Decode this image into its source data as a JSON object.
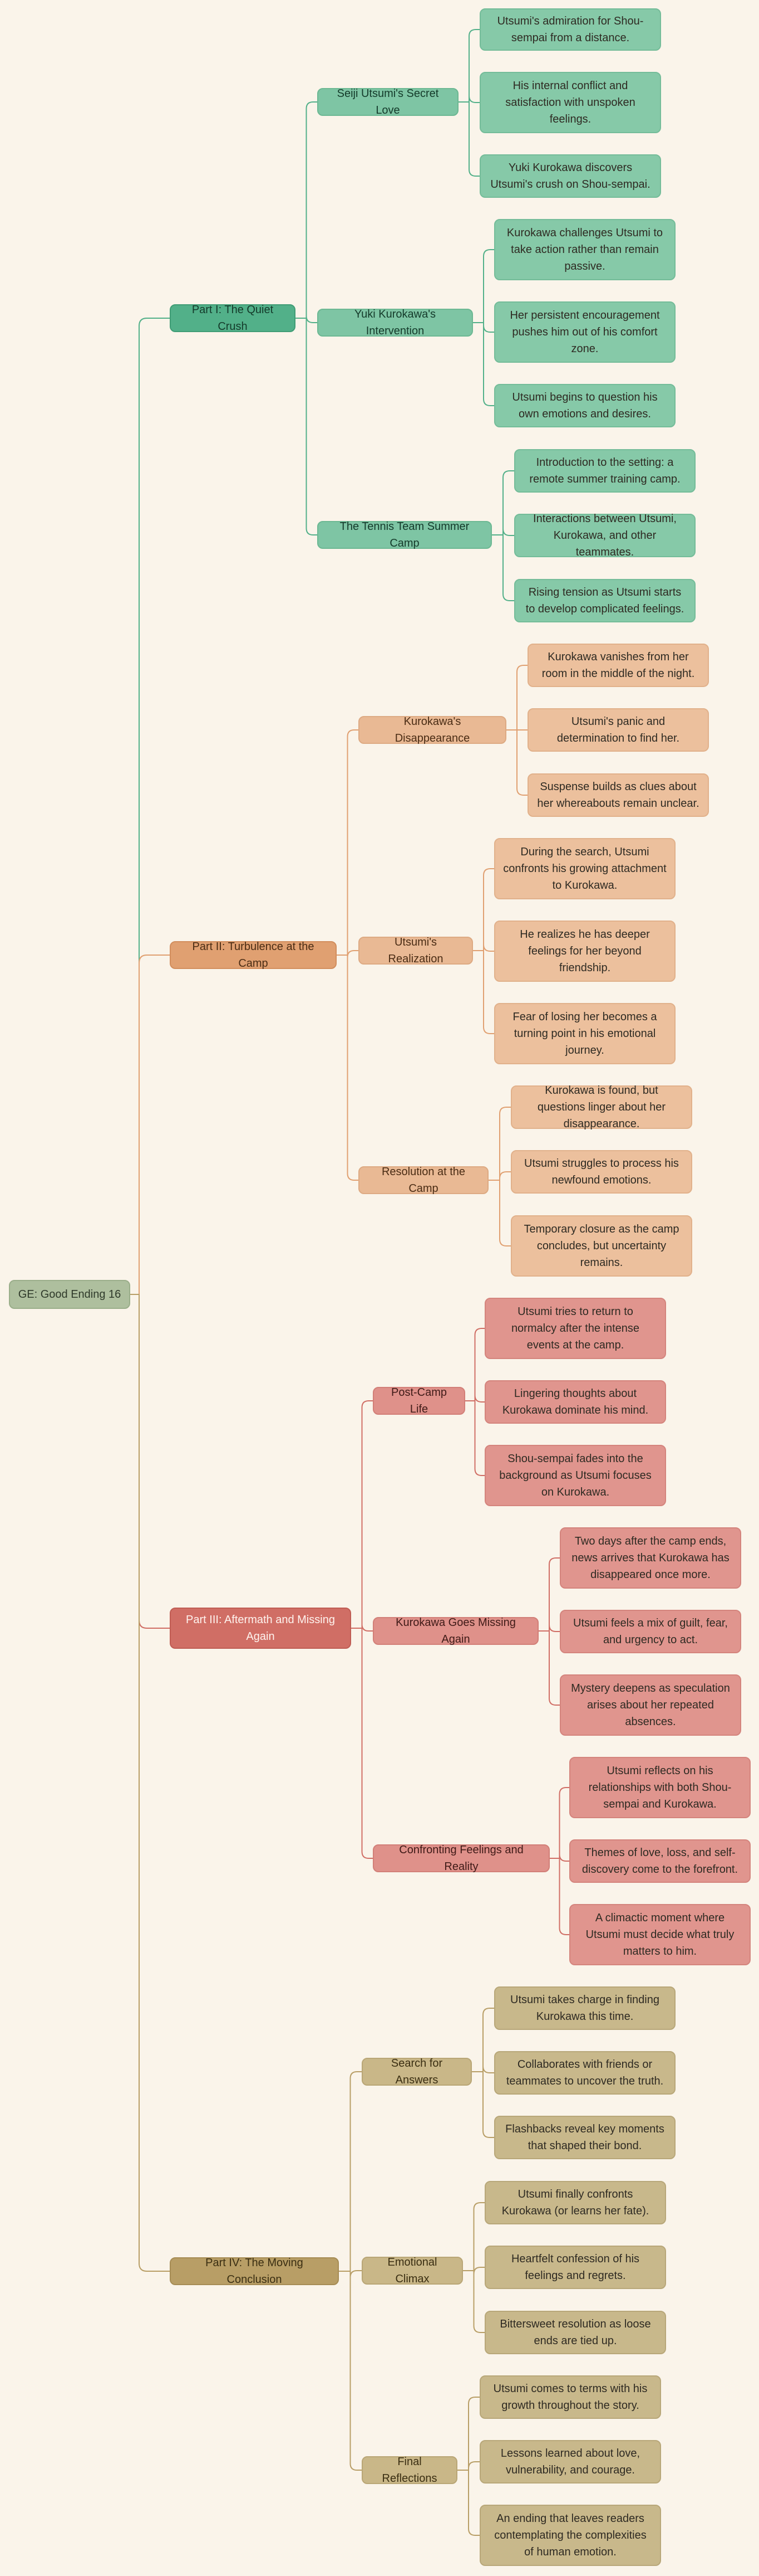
{
  "root": {
    "label": "GE: Good Ending 16"
  },
  "parts": [
    {
      "label": "Part I: The Quiet Crush",
      "theme": {
        "line": "#52b089"
      },
      "subs": [
        {
          "label": "Seiji Utsumi's Secret Love",
          "leaves": [
            "Utsumi's admiration for Shou-sempai from a distance.",
            "His internal conflict and satisfaction with unspoken feelings.",
            "Yuki Kurokawa discovers Utsumi's crush on Shou-sempai."
          ]
        },
        {
          "label": "Yuki Kurokawa's Intervention",
          "leaves": [
            "Kurokawa challenges Utsumi to take action rather than remain passive.",
            "Her persistent encouragement pushes him out of his comfort zone.",
            "Utsumi begins to question his own emotions and desires."
          ]
        },
        {
          "label": "The Tennis Team Summer Camp",
          "leaves": [
            "Introduction to the setting: a remote summer training camp.",
            "Interactions between Utsumi, Kurokawa, and other teammates.",
            "Rising tension as Utsumi starts to develop complicated feelings."
          ]
        }
      ]
    },
    {
      "label": "Part II: Turbulence at the Camp",
      "theme": {
        "line": "#e0a071"
      },
      "subs": [
        {
          "label": "Kurokawa's Disappearance",
          "leaves": [
            "Kurokawa vanishes from her room in the middle of the night.",
            "Utsumi's panic and determination to find her.",
            "Suspense builds as clues about her whereabouts remain unclear."
          ]
        },
        {
          "label": "Utsumi's Realization",
          "leaves": [
            "During the search, Utsumi confronts his growing attachment to Kurokawa.",
            "He realizes he has deeper feelings for her beyond friendship.",
            "Fear of losing her becomes a turning point in his emotional journey."
          ]
        },
        {
          "label": "Resolution at the Camp",
          "leaves": [
            "Kurokawa is found, but questions linger about her disappearance.",
            "Utsumi struggles to process his newfound emotions.",
            "Temporary closure as the camp concludes, but uncertainty remains."
          ]
        }
      ]
    },
    {
      "label": "Part III: Aftermath and Missing Again",
      "theme": {
        "line": "#d06e65"
      },
      "subs": [
        {
          "label": "Post-Camp Life",
          "leaves": [
            "Utsumi tries to return to normalcy after the intense events at the camp.",
            "Lingering thoughts about Kurokawa dominate his mind.",
            "Shou-sempai fades into the background as Utsumi focuses on Kurokawa."
          ]
        },
        {
          "label": "Kurokawa Goes Missing Again",
          "leaves": [
            "Two days after the camp ends, news arrives that Kurokawa has disappeared once more.",
            "Utsumi feels a mix of guilt, fear, and urgency to act.",
            "Mystery deepens as speculation arises about her repeated absences."
          ]
        },
        {
          "label": "Confronting Feelings and Reality",
          "leaves": [
            "Utsumi reflects on his relationships with both Shou-sempai and Kurokawa.",
            "Themes of love, loss, and self-discovery come to the forefront.",
            "A climactic moment where Utsumi must decide what truly matters to him."
          ]
        }
      ]
    },
    {
      "label": "Part IV: The Moving Conclusion",
      "theme": {
        "line": "#b89e66"
      },
      "subs": [
        {
          "label": "Search for Answers",
          "leaves": [
            "Utsumi takes charge in finding Kurokawa this time.",
            "Collaborates with friends or teammates to uncover the truth.",
            "Flashbacks reveal key moments that shaped their bond."
          ]
        },
        {
          "label": "Emotional Climax",
          "leaves": [
            "Utsumi finally confronts Kurokawa (or learns her fate).",
            "Heartfelt confession of his feelings and regrets.",
            "Bittersweet resolution as loose ends are tied up."
          ]
        },
        {
          "label": "Final Reflections",
          "leaves": [
            "Utsumi comes to terms with his growth throughout the story.",
            "Lessons learned about love, vulnerability, and courage.",
            "An ending that leaves readers contemplating the complexities of human emotion."
          ]
        }
      ]
    }
  ]
}
